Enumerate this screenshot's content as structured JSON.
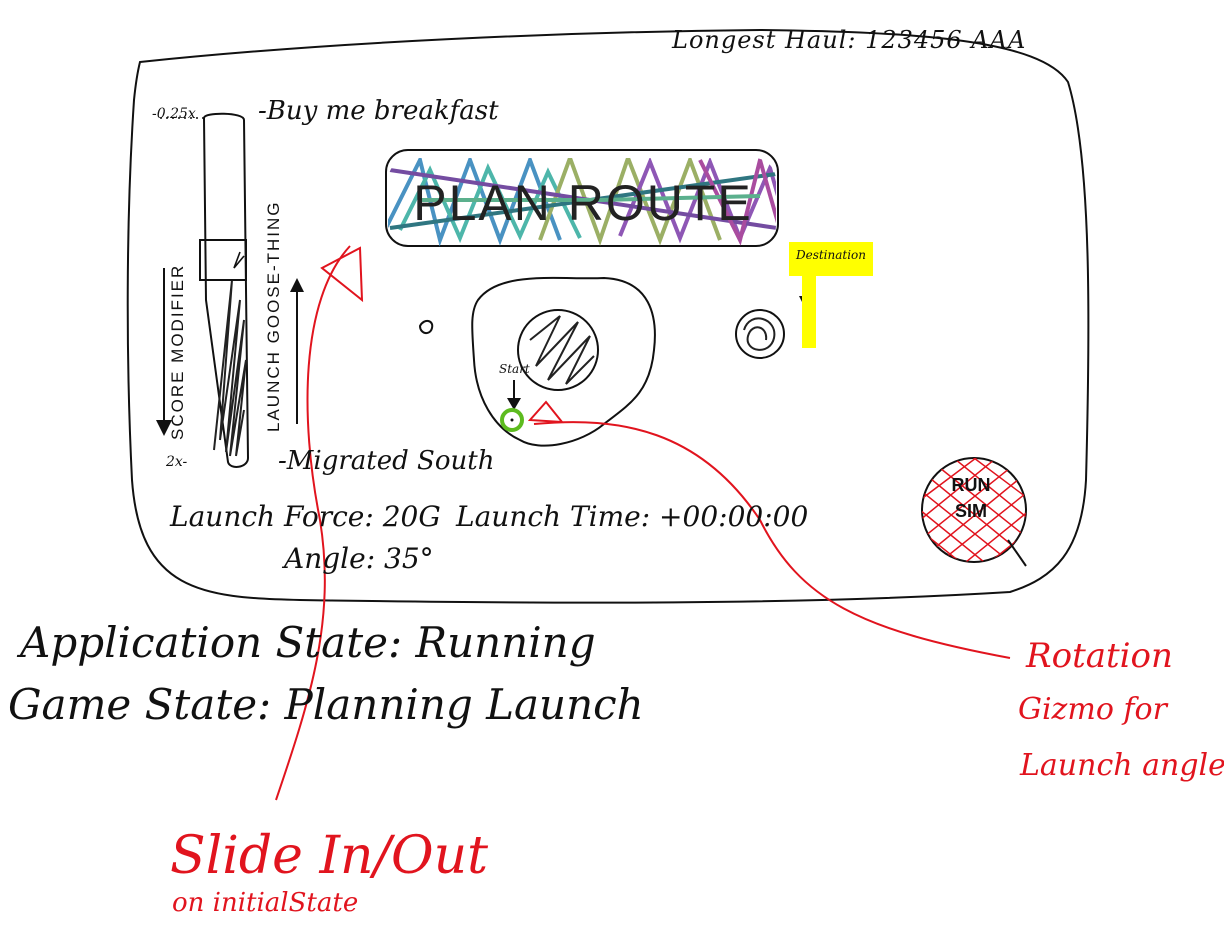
{
  "header": {
    "longest_haul": "Longest Haul: 123456 AAA"
  },
  "score_slider": {
    "top_tick": "-0.25x",
    "top_label": "-Buy me breakfast",
    "bottom_tick": "2x-",
    "bottom_label": "-Migrated South",
    "left_label": "SCORE MODIFIER",
    "right_label": "LAUNCH GOOSE-THING"
  },
  "main": {
    "plan_route_label": "PLAN ROUTE",
    "destination_label": "Destination",
    "start_label": "Start",
    "run_sim_label": "RUN SIM"
  },
  "launch_info": {
    "force": "Launch Force: 20G",
    "time": "Launch Time: +00:00:00",
    "angle": "Angle: 35°"
  },
  "states": {
    "application": "Application State: Running",
    "game": "Game State: Planning Launch"
  },
  "annotations": {
    "rotation_title": "Rotation",
    "rotation_line2": "Gizmo for",
    "rotation_line3": "Launch angle",
    "slide_title": "Slide In/Out",
    "slide_sub": "on initialState"
  },
  "colors": {
    "ink": "#111111",
    "annotation": "#e1141e",
    "highlight": "#ffff00",
    "start_ring": "#5dbb1f",
    "run_fill": "#e1141e"
  },
  "icons": {
    "destination": "down-arrow-icon",
    "start": "down-arrow-icon",
    "slider_up": "up-arrow-icon",
    "slider_down": "down-arrow-icon"
  }
}
